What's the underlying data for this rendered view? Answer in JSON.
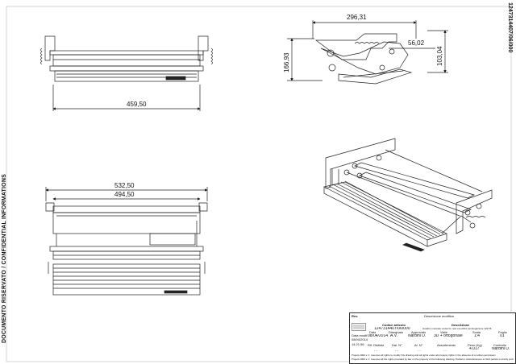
{
  "drawing": {
    "code": "1247314407/06/000",
    "side_note": "DOCUMENTO RISERVATO / CONFIDENTIAL INFORMATIONS",
    "dimensions": {
      "top_width": "459,50",
      "overall_width": "532,50",
      "inner_width": "494,50",
      "side_depth": "296,31",
      "side_height": "166,93",
      "side_offset": "56,02",
      "side_step_height": "103,04"
    }
  },
  "title_block": {
    "rev_label": "Rev.",
    "rev_desc_label": "Descrizione modifica",
    "date_label": "Data modif.",
    "date_value": "08/04/2014",
    "time_value": "14:21:56",
    "code_label": "Codice articolo",
    "code_value": "1247314407/06/000",
    "description_label": "Descrizione",
    "description_value": "Gradino manuale ventuzzo new era 2014 (omologazione 1247/6",
    "row_labels": [
      "Data",
      "Disegnato",
      "Approvato",
      "Viste",
      "Scala",
      "Foglio"
    ],
    "row_values": [
      "08/04/2014",
      "A.V.",
      "Nardini D.",
      "3D + ortogonale",
      "1:4",
      "01"
    ],
    "row2_labels": [
      "Rif. Distinta",
      "Dal. N°",
      "Al. N°",
      "Assortimento",
      "Peso (Kg)",
      "Controllo"
    ],
    "row2_values": [
      "- -",
      "- -",
      "- -",
      "- -",
      "4.017",
      "Nardini D."
    ],
    "legal_1": "Project 2000 s.r.l. reserves all rights to modify this drawing and all rights under all property rights in the absence of a written permission",
    "legal_2": "Project 2000 s.r.l. reserves all the rights provided by law on the property of the following drawing. Partial or total disclosure to third parties is strictly prohibited"
  }
}
